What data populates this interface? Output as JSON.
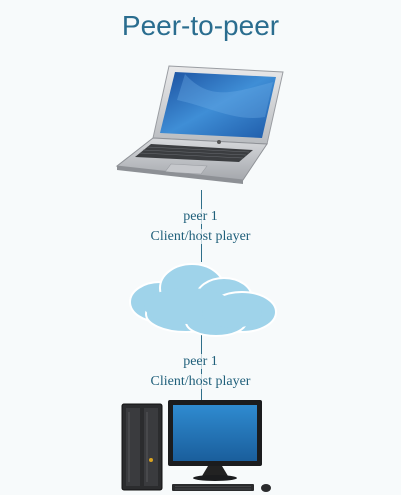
{
  "title": "Peer-to-peer",
  "nodes": {
    "top_peer": {
      "line1": "peer 1",
      "line2": "Client/host player"
    },
    "bottom_peer": {
      "line1": "peer 1",
      "line2": "Client/host player"
    }
  },
  "colors": {
    "title": "#2a6d8f",
    "connector": "#2f6f8a",
    "cloud": "#9fd3ea",
    "screen": "#2d7fc4"
  },
  "icons": [
    "laptop-icon",
    "cloud-icon",
    "desktop-computer-icon"
  ]
}
